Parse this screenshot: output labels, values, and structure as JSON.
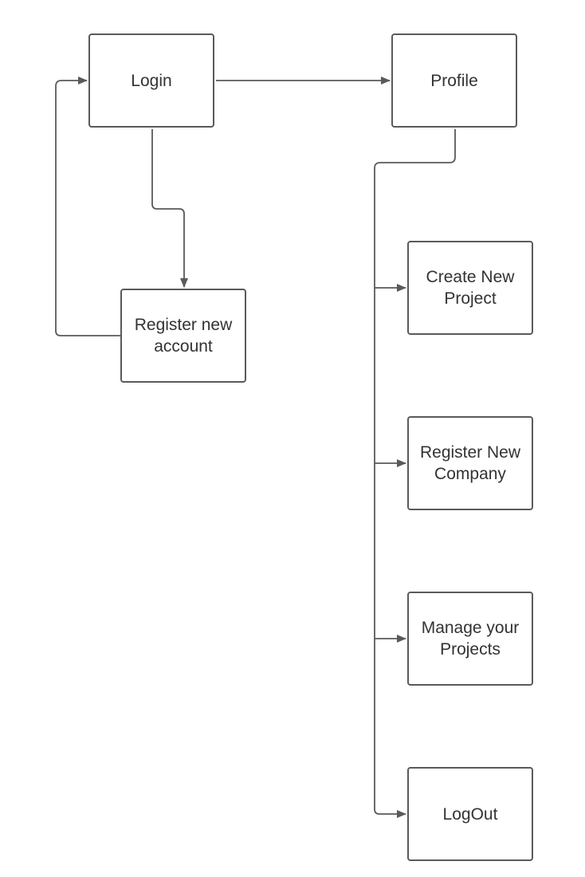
{
  "diagram": {
    "type": "flowchart",
    "nodes": {
      "login": "Login",
      "profile": "Profile",
      "register_account": "Register new\naccount",
      "create_project": "Create New\nProject",
      "register_company": "Register New\nCompany",
      "manage_projects": "Manage your\nProjects",
      "logout": "LogOut"
    },
    "edges": [
      {
        "from": "Login",
        "to": "Profile"
      },
      {
        "from": "Login",
        "to": "Register new account"
      },
      {
        "from": "Register new account",
        "to": "Login"
      },
      {
        "from": "Profile",
        "to": "Create New Project"
      },
      {
        "from": "Profile",
        "to": "Register New Company"
      },
      {
        "from": "Profile",
        "to": "Manage your Projects"
      },
      {
        "from": "Profile",
        "to": "LogOut"
      }
    ],
    "colors": {
      "stroke": "#5a5a5a",
      "text": "#333333",
      "background": "#ffffff"
    }
  }
}
